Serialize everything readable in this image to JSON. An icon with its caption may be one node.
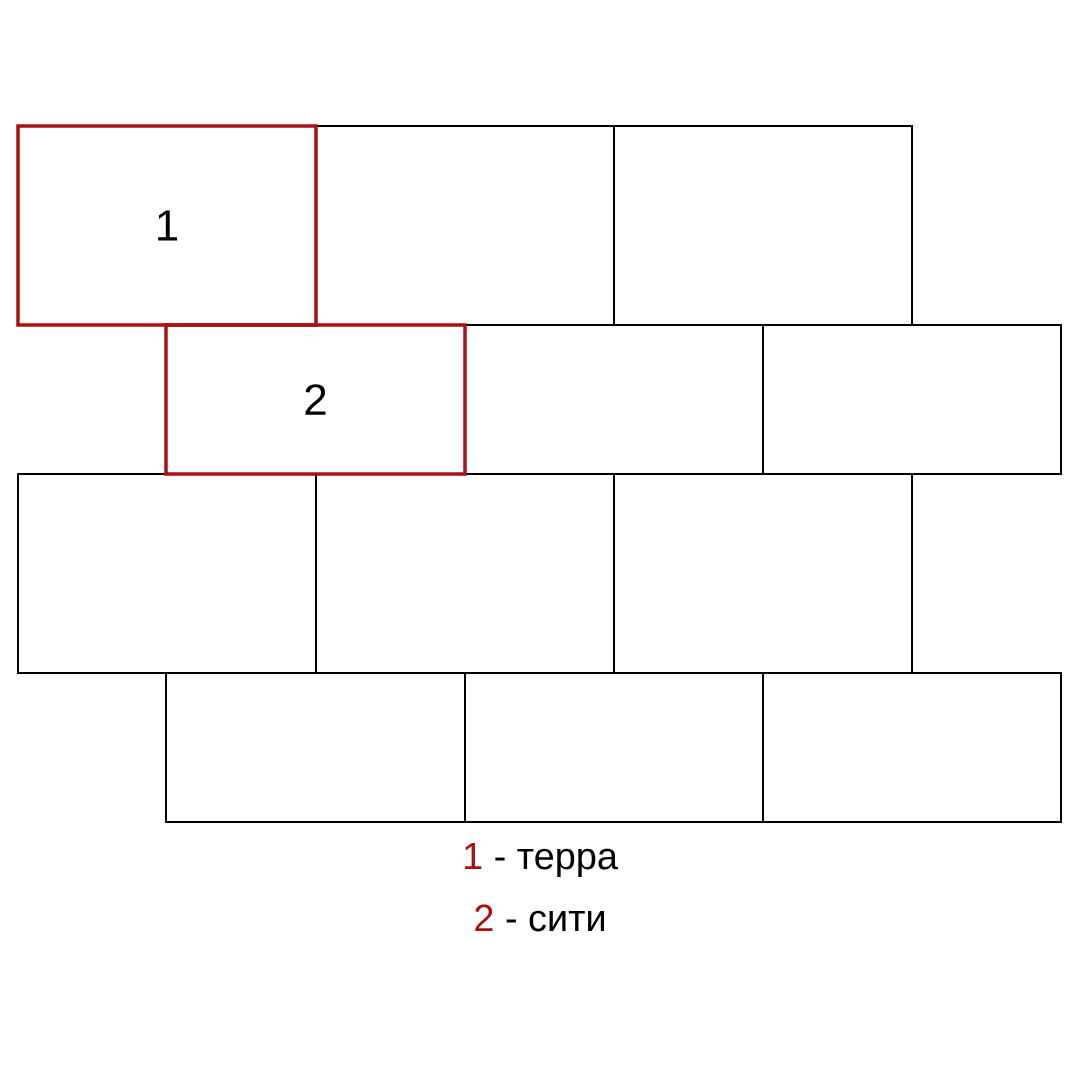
{
  "diagram": {
    "nodes": [
      {
        "text": [
          "1"
        ]
      },
      {
        "text": [],
        "shape": "box"
      },
      {
        "text": [],
        "shape": "box"
      },
      {
        "text": [
          "2"
        ]
      },
      {
        "text": [],
        "shape": "box"
      },
      {
        "text": [],
        "shape": "box"
      },
      {
        "text": [],
        "shape": "box"
      },
      {
        "text": [],
        "shape": "box"
      },
      {
        "text": [],
        "shape": "box"
      },
      {
        "text": [],
        "shape": "box"
      },
      {
        "text": [],
        "shape": "box"
      },
      {
        "text": [],
        "shape": "box"
      }
    ],
    "labels": [
      "1",
      "- терра",
      "2",
      "- сити"
    ]
  }
}
